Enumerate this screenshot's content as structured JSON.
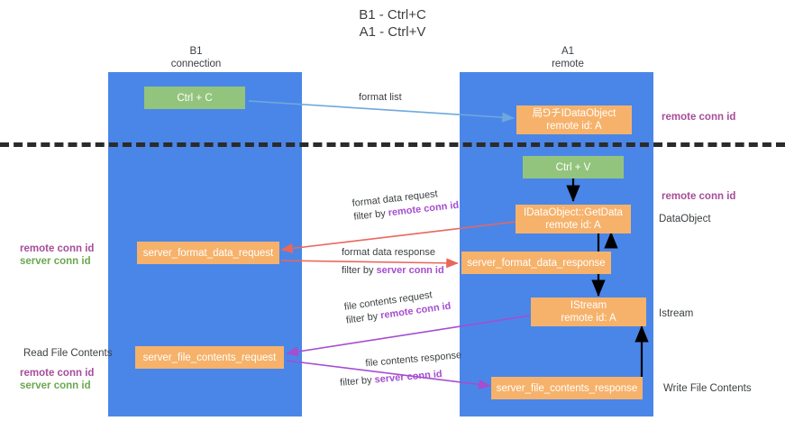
{
  "title": "B1 - Ctrl+C\nA1 - Ctrl+V",
  "columns": [
    {
      "name": "b1",
      "label": "B1\nconnection"
    },
    {
      "name": "a1",
      "label": "A1\nremote"
    }
  ],
  "boxes": [
    {
      "name": "ctrl-c-box",
      "label": "Ctrl + C",
      "color": "#93c47d"
    },
    {
      "name": "idataobject-remote-box",
      "label": "局⅁チIDataObject\nremote id: A",
      "color": "#f6b26b"
    },
    {
      "name": "ctrl-v-box",
      "label": "Ctrl + V",
      "color": "#93c47d"
    },
    {
      "name": "idataobject-getdata-box",
      "label": "IDataObject::GetData\nremote id: A",
      "color": "#f6b26b"
    },
    {
      "name": "server-format-data-request-box",
      "label": "server_format_data_request",
      "color": "#f6b26b"
    },
    {
      "name": "server-format-data-response-box",
      "label": "server_format_data_response",
      "color": "#f6b26b"
    },
    {
      "name": "istream-remote-box",
      "label": "IStream\nremote id: A",
      "color": "#f6b26b"
    },
    {
      "name": "server-file-contents-request-box",
      "label": "server_file_contents_request",
      "color": "#f6b26b"
    },
    {
      "name": "server-file-contents-response-box",
      "label": "server_file_contents_response",
      "color": "#f6b26b"
    }
  ],
  "flows": {
    "format_list": "format list",
    "format_data_request": {
      "line1": "format data request",
      "line2_prefix": "filter by ",
      "line2_value": "remote conn id"
    },
    "format_data_response": {
      "line1": "format data response",
      "line2_prefix": "filter by ",
      "line2_value": "server conn id"
    },
    "file_contents_request": {
      "line1": "file contents request",
      "line2_prefix": "filter by ",
      "line2_value": "remote conn id"
    },
    "file_contents_response": {
      "line1": "file contents response",
      "line2_prefix": "filter by ",
      "line2_value": "server conn id"
    }
  },
  "left_labels": {
    "conn_remote_1": "remote conn id",
    "conn_server_1": "server conn id",
    "read_file_contents": "Read File Contents",
    "conn_remote_2": "remote conn id",
    "conn_server_2": "server conn id"
  },
  "right_labels": {
    "remote_conn_id_top": "remote conn id",
    "remote_conn_id_mid": "remote conn id",
    "data_object": "DataObject",
    "istream": "Istream",
    "write_file_contents": "Write File Contents"
  },
  "colors": {
    "lane": "#4a86e8",
    "box_orange": "#f6b26b",
    "box_green": "#93c47d",
    "purple": "#a64d9a",
    "violet": "#a64dd0",
    "green": "#6aa84f",
    "arrow_red": "#e8685d",
    "arrow_blue": "#6fa8dc",
    "arrow_black": "#000000",
    "divider": "#2b2b2b",
    "text": "#3c4043"
  }
}
